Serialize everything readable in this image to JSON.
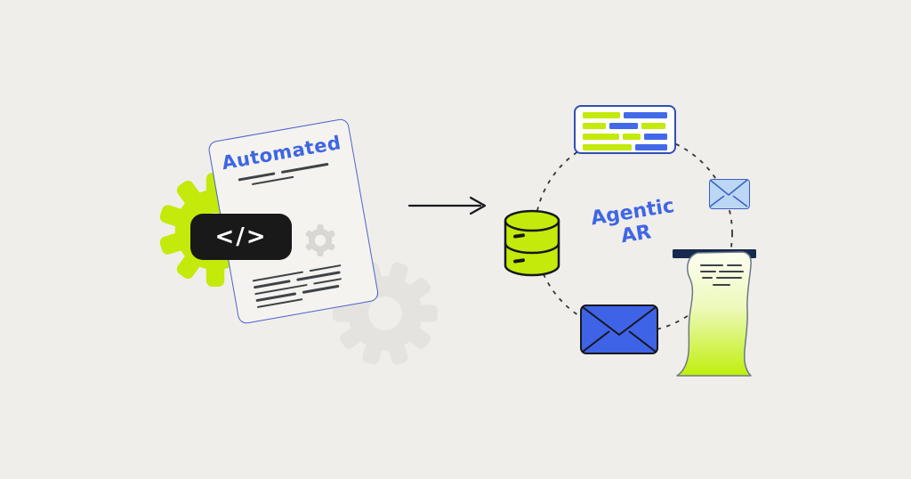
{
  "palette": {
    "lime": "#c3ea0b",
    "blue": "#4169e8",
    "dark": "#3f4347"
  },
  "scene": {
    "background": "#f0eeea",
    "accent_blue": "#3f66e4",
    "accent_lime": "#c3ea0b",
    "navy_bar": "#152a4e"
  },
  "document": {
    "title": "Automated",
    "code_badge_label": "</>",
    "top_lines": [
      [
        42,
        54
      ],
      [
        48
      ]
    ],
    "bottom_lines": [
      [
        58,
        36
      ],
      [
        42,
        50
      ],
      [
        60,
        32
      ],
      [
        46,
        42
      ],
      [
        52
      ]
    ]
  },
  "hub": {
    "label_line1": "Agentic",
    "label_line2": "AR"
  },
  "card": {
    "rows": [
      [
        {
          "w": 42,
          "c": "lime"
        },
        {
          "w": 50,
          "c": "blue"
        }
      ],
      [
        {
          "w": 26,
          "c": "lime"
        },
        {
          "w": 32,
          "c": "blue"
        },
        {
          "w": 27,
          "c": "lime"
        }
      ],
      [
        {
          "w": 42,
          "c": "lime"
        },
        {
          "w": 20,
          "c": "lime"
        },
        {
          "w": 27,
          "c": "blue"
        }
      ],
      [
        {
          "w": 55,
          "c": "lime"
        },
        {
          "w": 36,
          "c": "blue"
        }
      ]
    ]
  }
}
